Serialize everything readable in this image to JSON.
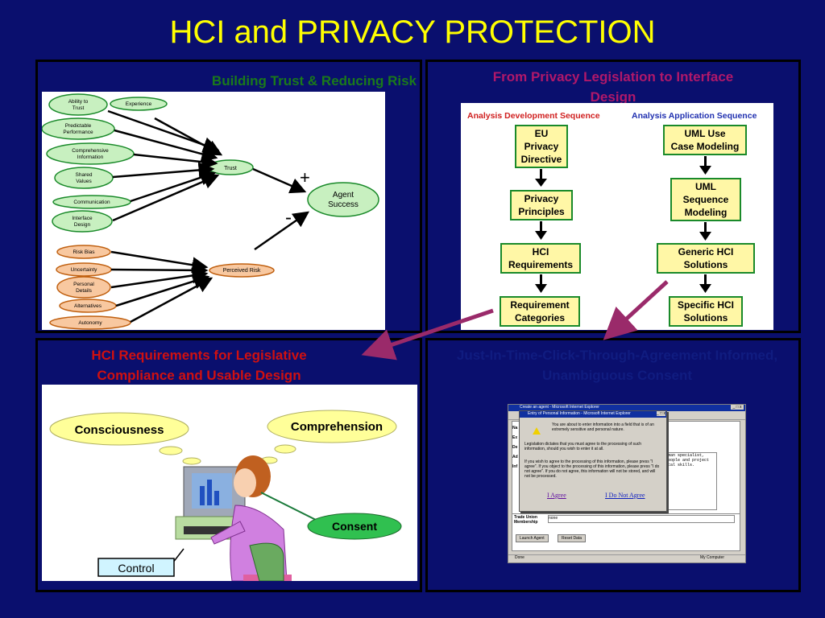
{
  "title": "HCI and PRIVACY PROTECTION",
  "q1": {
    "title": "Building Trust & Reducing Risk",
    "trust_factors": [
      "Ability to Trust",
      "Experience",
      "Predictable Performance",
      "Comprehensive Information",
      "Shared Values",
      "Communication",
      "Interface Design"
    ],
    "risk_factors": [
      "Risk Bias",
      "Uncertainty",
      "Personal Details",
      "Alternatives",
      "Autonomy"
    ],
    "trust": "Trust",
    "perceived_risk": "Perceived Risk",
    "agent_success": "Agent Success",
    "plus": "+",
    "minus": "-"
  },
  "q2": {
    "title": "From Privacy Legislation to Interface Design",
    "left_header": "Analysis Development Sequence",
    "right_header": "Analysis Application Sequence",
    "left_steps": [
      "EU\nPrivacy\nDirective",
      "Privacy\nPrinciples",
      "HCI\nRequirements",
      "Requirement\nCategories"
    ],
    "right_steps": [
      "UML Use\nCase Modeling",
      "UML\nSequence\nModeling",
      "Generic HCI\nSolutions",
      "Specific HCI\nSolutions"
    ]
  },
  "q3": {
    "title": "HCI Requirements for Legislative Compliance and Usable Design",
    "bubbles": [
      "Consciousness",
      "Comprehension",
      "Consent"
    ],
    "control": "Control"
  },
  "q4": {
    "title": "Just-In-Time-Click-Through-Agreement Informed, Unambiguous Consent",
    "outer_title": "Create an agent - Microsoft Internet Explorer",
    "dialog_title": "Entry of Personal Information - Microsoft Internet Explorer",
    "dialog_text1": "You are about to enter information into a field that is of an extremely sensitive and personal nature.",
    "dialog_text2": "Legislation dictates that you must agree to the processing of such information, should you wish to enter it at all.",
    "dialog_text3": "If you wish to agree to the processing of this information, please press \"I agree\". If you object to the processing of this information, please press \"I do not agree\". If you do not agree, this information will not be stored, and will not be processed.",
    "agree": "I Agree",
    "disagree": "I Do Not Agree",
    "form_text": "man specialist, eople and project cal skills.",
    "field_label": "Trade Union Membership",
    "field_value": "none",
    "btn_launch": "Launch Agent",
    "btn_reset": "Reset Data",
    "status_left": "Done",
    "status_right": "My Computer",
    "side_labels": [
      "Na",
      "Ex",
      "De",
      "Ad",
      "Inf"
    ]
  },
  "colors": {
    "background": "#0a0f6e",
    "title": "#ffff00",
    "q1_title": "#1a7a1a",
    "q2_title": "#b0186a",
    "q3_title": "#d01010",
    "q4_title": "#101c80",
    "arrow": "#9a2a6a"
  }
}
